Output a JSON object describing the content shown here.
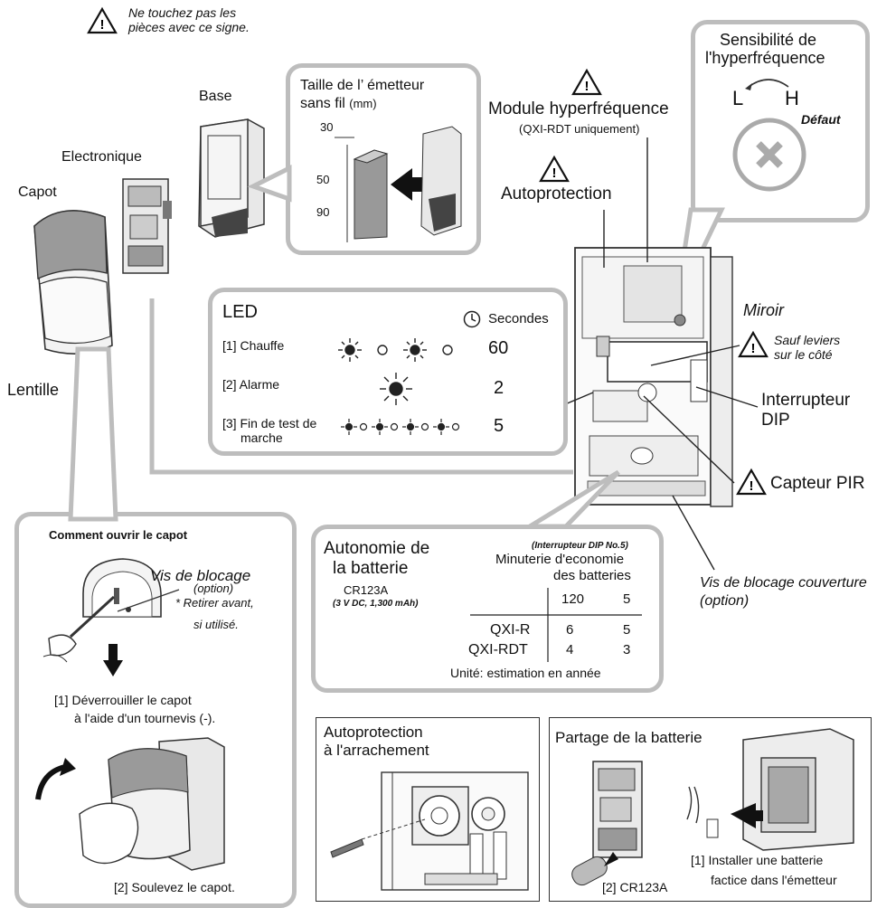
{
  "warning_note": {
    "line1": "Ne touchez pas les",
    "line2": "pièces avec ce signe."
  },
  "parts": {
    "base": "Base",
    "electronique": "Electronique",
    "capot": "Capot",
    "lentille": "Lentille"
  },
  "transmitter_size": {
    "title_line1": "Taille de l’ émetteur",
    "title_line2": "sans fil",
    "unit": "(mm)",
    "dim_30": "30",
    "dim_50": "50",
    "dim_90": "90"
  },
  "microwave_module": {
    "title": "Module hyperfréquence",
    "subtitle": "(QXI-RDT uniquement)"
  },
  "autoprotection_label": "Autoprotection",
  "sensitivity": {
    "line1": "Sensibilité de",
    "line2": "l'hyperfréquence",
    "low": "L",
    "high": "H",
    "default": "Défaut"
  },
  "mirror": {
    "title": "Miroir",
    "note_line1": "Sauf leviers",
    "note_line2": "sur le côté"
  },
  "dip_switch": {
    "line1": "Interrupteur",
    "line2": "DIP"
  },
  "pir_sensor": "Capteur PIR",
  "cover_screw": {
    "line1": "Vis de blocage couverture",
    "line2": "(option)"
  },
  "led": {
    "title": "LED",
    "seconds_label": "Secondes",
    "rows": [
      {
        "label": "[1] Chauffe",
        "seconds": "60"
      },
      {
        "label": "[2] Alarme",
        "seconds": "2"
      },
      {
        "label_line1": "[3] Fin de test de",
        "label_line2": "marche",
        "seconds": "5"
      }
    ]
  },
  "battery": {
    "title_line1": "Autonomie de",
    "title_line2": "la batterie",
    "model": "CR123A",
    "spec": "(3 V DC, 1,300 mAh)",
    "dip_note": "(Interrupteur DIP No.5)",
    "timer_line1": "Minuterie d'economie",
    "timer_line2": "des batteries",
    "columns": [
      "120",
      "5"
    ],
    "rows": [
      {
        "model": "QXI-R",
        "values": [
          "6",
          "5"
        ]
      },
      {
        "model": "QXI-RDT",
        "values": [
          "4",
          "3"
        ]
      }
    ],
    "unit_note": "Unité: estimation en année"
  },
  "open_cover": {
    "title": "Comment ouvrir le capot",
    "screw_title": "Vis de blocage",
    "screw_option": "(option)",
    "screw_note_line1": "* Retirer avant,",
    "screw_note_line2": "si utilisé.",
    "step1_line1": "[1] Déverrouiller le capot",
    "step1_line2": "à l'aide d'un tournevis (-).",
    "step2": "[2] Soulevez le capot."
  },
  "tamper_box": {
    "line1": "Autoprotection",
    "line2": "à l'arrachement"
  },
  "battery_share": {
    "title": "Partage de la batterie",
    "step1_line1": "[1] Installer une batterie",
    "step1_line2": "factice dans l'émetteur",
    "step2": "[2] CR123A"
  }
}
